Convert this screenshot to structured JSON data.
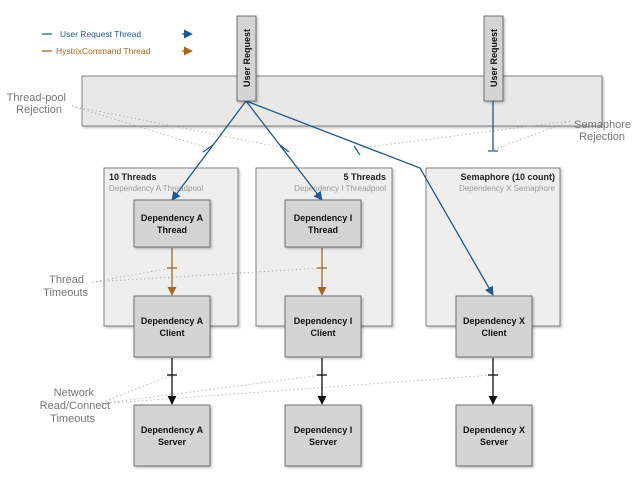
{
  "legend": {
    "user_request_thread": "User Request Thread",
    "hystrix_command_thread": "HystrixCommand Thread"
  },
  "colors": {
    "user_request": "#1f5a8c",
    "hystrix_command": "#a8651e",
    "network": "#111111",
    "box_fill": "#d4d4d4",
    "panel_fill": "#eeeeee"
  },
  "user_request_label": "User Request",
  "annotations": {
    "thread_pool_rejection": [
      "Thread-pool",
      "Rejection"
    ],
    "semaphore_rejection": [
      "Semaphore",
      "Rejection"
    ],
    "thread_timeouts": [
      "Thread",
      "Timeouts"
    ],
    "network_timeouts": [
      "Network",
      "Read/Connect",
      "Timeouts"
    ]
  },
  "pools": [
    {
      "title": "10 Threads",
      "subtitle": "Dependency A Threadpool",
      "thread": [
        "Dependency A",
        "Thread"
      ],
      "client": [
        "Dependency A",
        "Client"
      ],
      "server": [
        "Dependency A",
        "Server"
      ]
    },
    {
      "title": "5 Threads",
      "subtitle": "Dependency I Threadpool",
      "thread": [
        "Dependency I",
        "Thread"
      ],
      "client": [
        "Dependency I",
        "Client"
      ],
      "server": [
        "Dependency I",
        "Server"
      ]
    },
    {
      "title": "Semaphore (10 count)",
      "subtitle": "Dependency X Semaphore",
      "client": [
        "Dependency X",
        "Client"
      ],
      "server": [
        "Dependency X",
        "Server"
      ]
    }
  ]
}
